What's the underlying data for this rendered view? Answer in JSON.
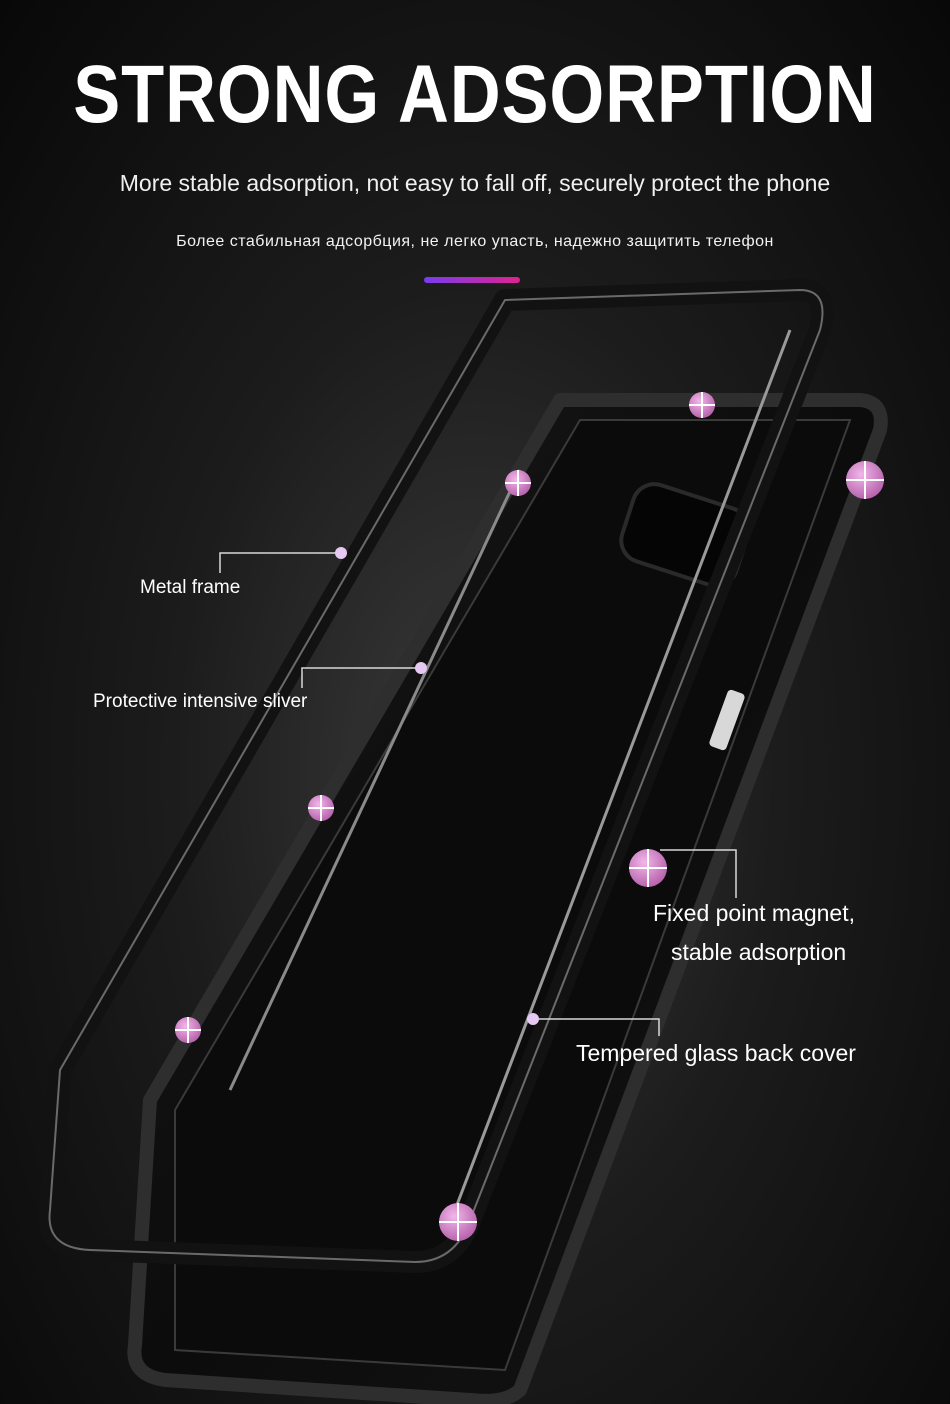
{
  "headline": "STRONG ADSORPTION",
  "subtitle_en": "More stable adsorption, not easy to fall off, securely protect the phone",
  "subtitle_ru": "Более стабильная адсорбция, не легко упасть, надежно защитить телефон",
  "callouts": {
    "metal_frame": "Metal frame",
    "protective_sliver": "Protective intensive sliver",
    "magnet_line1": "Fixed point magnet,",
    "magnet_line2": "stable adsorption",
    "glass_back": "Tempered glass back cover"
  },
  "colors": {
    "accent_start": "#7a3cf0",
    "accent_end": "#e0228f",
    "marker": "#d98ad0",
    "leader_dot": "#e6c9f2"
  }
}
